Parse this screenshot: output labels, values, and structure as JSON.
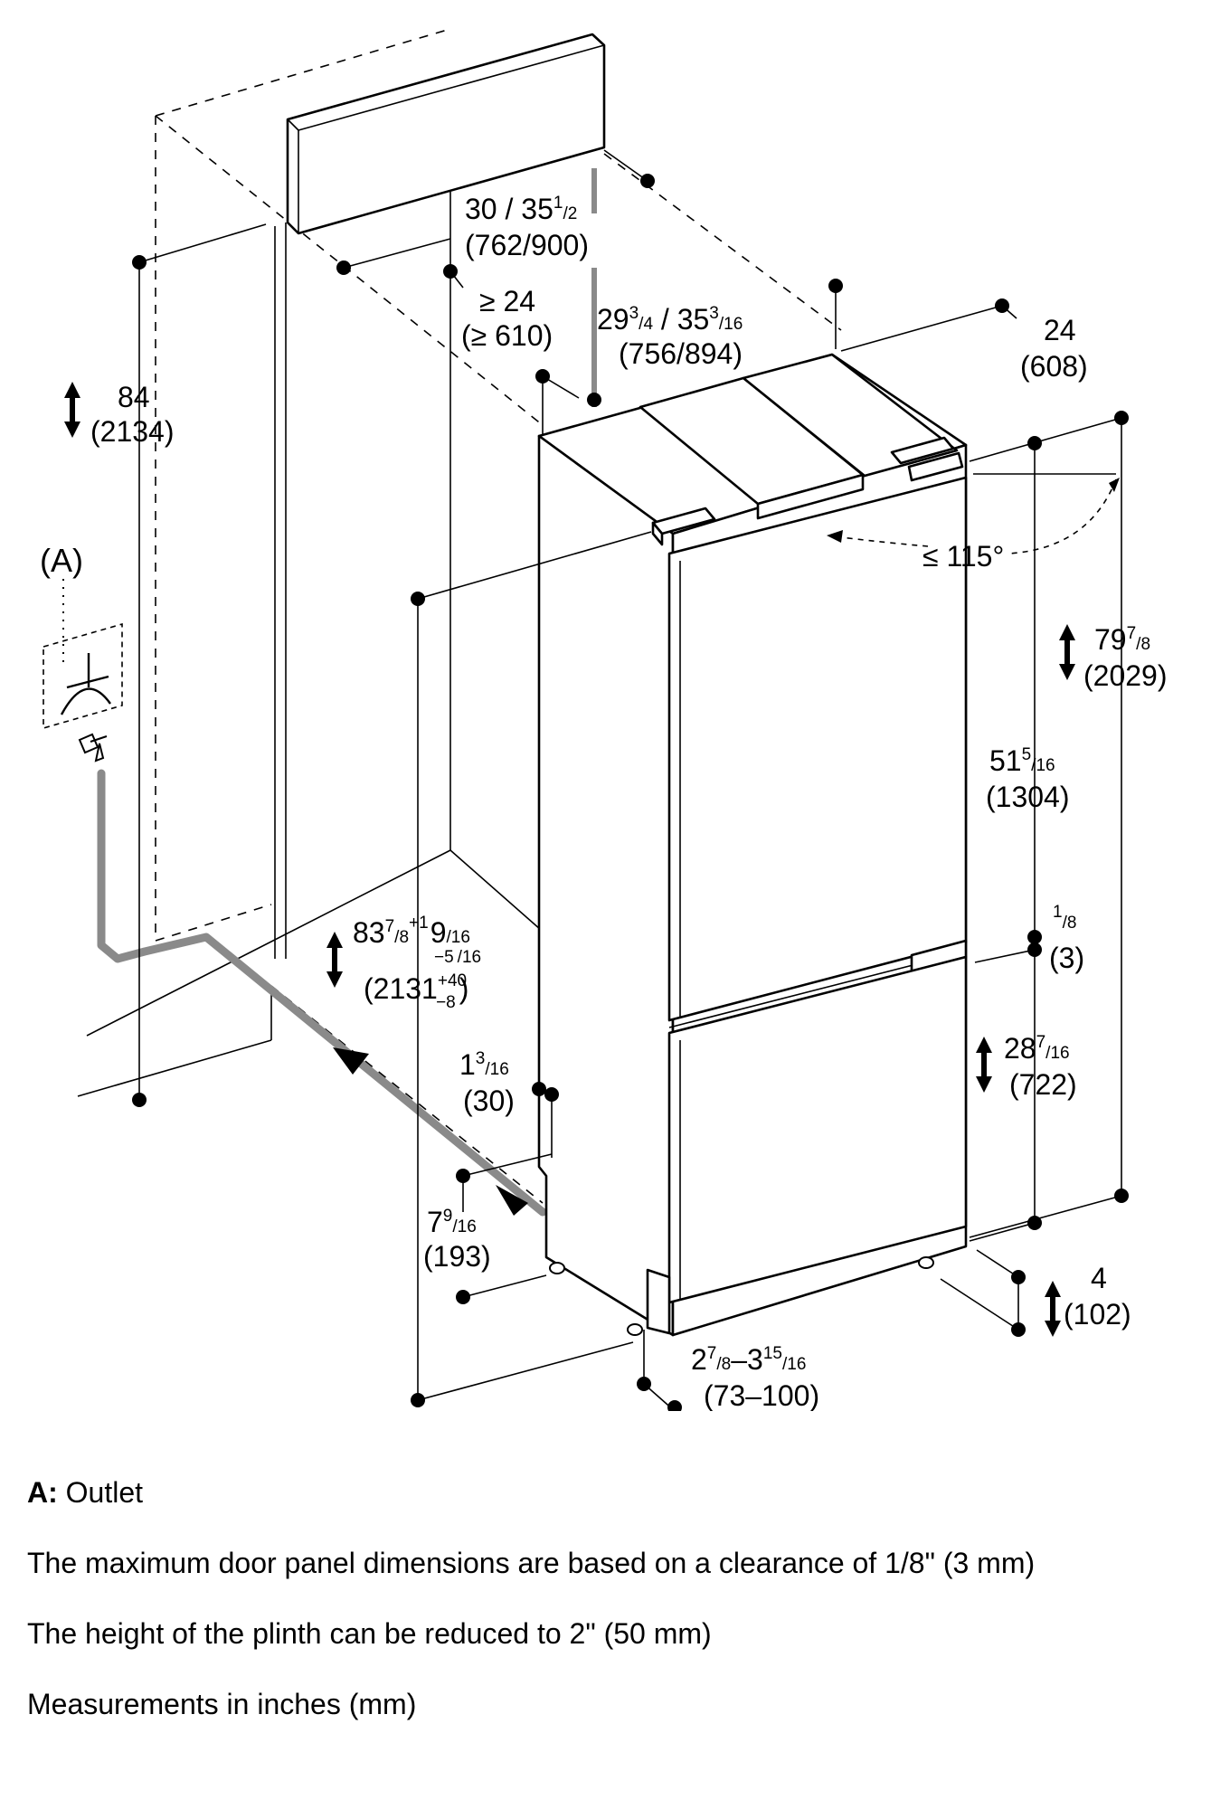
{
  "diagram": {
    "outlet_marker": "(A)",
    "dimensions": {
      "niche_height": {
        "inch": "84",
        "mm": "(2134)"
      },
      "niche_depth": {
        "inch_a": "30 / 35",
        "inch_a_sup": "1",
        "inch_a_sub": "/2",
        "mm": "(762/900)"
      },
      "min_depth": {
        "inch": "≥ 24",
        "mm": "(≥ 610)"
      },
      "appliance_depth": {
        "inch_a": "29",
        "inch_a_sup": "3",
        "inch_a_sub": "/4",
        "sep": " / 35",
        "inch_b_sup": "3",
        "inch_b_sub": "/16",
        "mm": "(756/894)"
      },
      "appliance_width": {
        "inch": "24",
        "mm": "(608)"
      },
      "door_angle": {
        "text": "≤ 115°"
      },
      "appliance_height": {
        "inch": "79",
        "inch_sup": "7",
        "inch_sub": "/8",
        "mm": "(2029)"
      },
      "upper_door": {
        "inch": "51",
        "inch_sup": "5",
        "inch_sub": "/16",
        "mm": "(1304)"
      },
      "door_gap": {
        "inch_sup": "1",
        "inch_sub": "/8",
        "mm": "(3)"
      },
      "lower_door": {
        "inch": "28",
        "inch_sup": "7",
        "inch_sub": "/16",
        "mm": "(722)"
      },
      "niche_total_height": {
        "inch": "83",
        "inch_sup": "7",
        "inch_sub": "/8",
        "tol_plus": "+1",
        "tol_plus_sup": "9",
        "tol_plus_sub": "/16",
        "tol_minus": "−5",
        "tol_minus_sub": "/16",
        "mm": "(2131",
        "mm_plus": "+40",
        "mm_minus": "−8",
        "mm_close": ")"
      },
      "side_offset": {
        "inch": "1",
        "inch_sup": "3",
        "inch_sub": "/16",
        "mm": "(30)"
      },
      "plinth_depth": {
        "inch": "7",
        "inch_sup": "9",
        "inch_sub": "/16",
        "mm": "(193)"
      },
      "plinth_height": {
        "inch": "4",
        "mm": "(102)"
      },
      "door_recess": {
        "inch": "2",
        "inch_sup": "7",
        "inch_sub": "/8",
        "sep": "–3",
        "inch_b_sup": "15",
        "inch_b_sub": "/16",
        "mm": "(73–100)"
      }
    }
  },
  "notes": [
    {
      "key": "A:",
      "text": " Outlet"
    },
    {
      "key": "",
      "text": "The maximum door panel dimensions are based on a clearance of 1/8\" (3 mm)"
    },
    {
      "key": "",
      "text": "The height of the plinth can be reduced to 2\" (50 mm)"
    },
    {
      "key": "",
      "text": "Measurements in inches (mm)"
    }
  ]
}
